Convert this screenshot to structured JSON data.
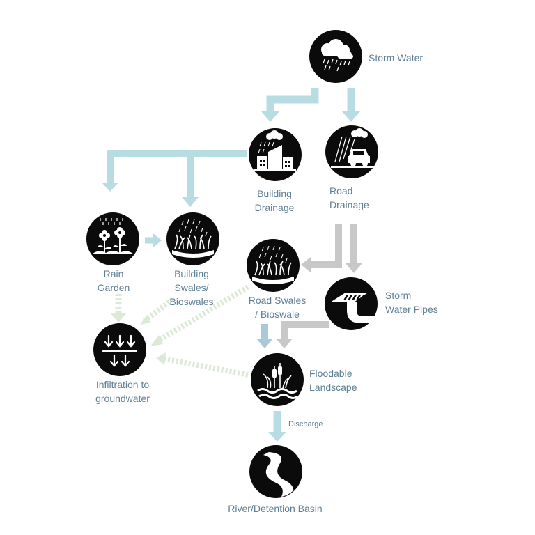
{
  "nodes": {
    "storm_water": {
      "lines": [
        "Storm Water"
      ],
      "icon": "rain-cloud-icon"
    },
    "building_drainage": {
      "lines": [
        "Building",
        "Drainage"
      ],
      "icon": "building-rain-icon"
    },
    "road_drainage": {
      "lines": [
        "Road",
        "Drainage"
      ],
      "icon": "car-rain-icon"
    },
    "rain_garden": {
      "lines": [
        "Rain",
        "Garden"
      ],
      "icon": "flowers-icon"
    },
    "building_swales": {
      "lines": [
        "Building",
        "Swales/",
        "Bioswales"
      ],
      "icon": "grass-rain-icon"
    },
    "road_swales": {
      "lines": [
        "Road Swales",
        "/ Bioswale"
      ],
      "icon": "grass-rain-icon"
    },
    "storm_water_pipes": {
      "lines": [
        "Storm",
        "Water Pipes"
      ],
      "icon": "pipe-icon"
    },
    "infiltration": {
      "lines": [
        "Infiltration to",
        "groundwater"
      ],
      "icon": "down-arrows-icon"
    },
    "floodable_landscape": {
      "lines": [
        "Floodable",
        "Landscape"
      ],
      "icon": "cattail-waves-icon"
    },
    "river": {
      "lines": [
        "River/Detention Basin"
      ],
      "icon": "river-icon"
    }
  },
  "edge_labels": {
    "discharge": "Discharge"
  },
  "colors": {
    "node_fill": "#0b0b0b",
    "label_text": "#5f7f93",
    "arrow_light_blue": "#b7dde3",
    "arrow_gray": "#c8c8c8",
    "arrow_steel_blue": "#a9c8d8",
    "arrow_dotted_green": "#dbe9d6"
  }
}
